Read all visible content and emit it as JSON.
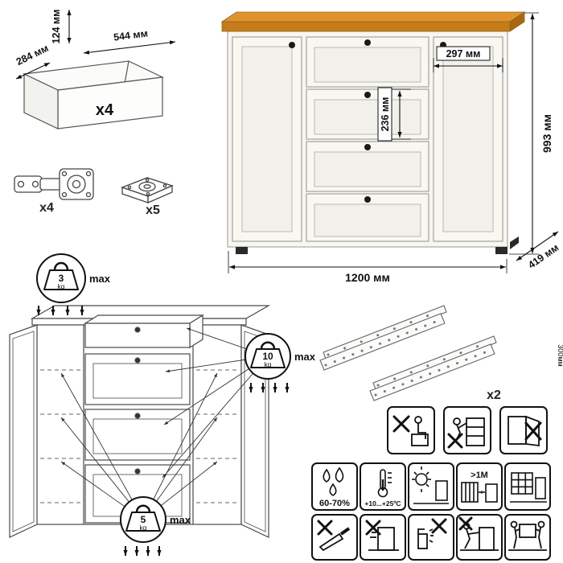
{
  "drawer_box": {
    "count": "x4",
    "dim_height": "124 мм",
    "dim_width": "544 мм",
    "dim_depth": "284 мм"
  },
  "hinge": {
    "count": "x4"
  },
  "foot": {
    "count": "x5"
  },
  "cabinet": {
    "dim_door_width": "297 мм",
    "dim_drawer_height": "236 мм",
    "dim_total_height": "993 мм",
    "dim_total_width": "1200 мм",
    "dim_total_depth": "419 мм"
  },
  "load_limits": {
    "top_value": "3",
    "top_unit": "kg",
    "top_max": "max",
    "drawer_value": "10",
    "drawer_unit": "kg",
    "drawer_max": "max",
    "shelf_value": "5",
    "shelf_unit": "kg",
    "shelf_max": "max"
  },
  "slides": {
    "count": "x2",
    "length_note": "300мм"
  },
  "pictograms": {
    "humidity_range": "60-70%",
    "temperature_range": "+10...+25ºС",
    "min_distance": ">1M"
  },
  "colors": {
    "wood_top": "#E0932D",
    "wood_front": "#C67C1A",
    "wood_end": "#A8680F",
    "body": "#F7F6F1",
    "knob": "#1A1A1A"
  }
}
